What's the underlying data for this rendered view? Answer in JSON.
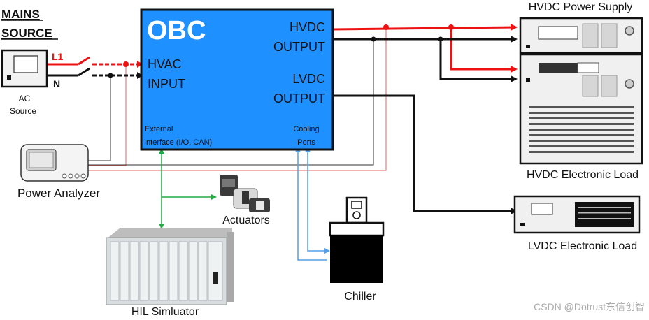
{
  "mains": {
    "line1": "MAINS",
    "line2": "SOURCE"
  },
  "labels": {
    "l1": "L1",
    "n": "N",
    "ac_source_1": "AC",
    "ac_source_2": "Source",
    "power_analyzer": "Power Analyzer",
    "actuators": "Actuators",
    "hil": "HIL Simluator",
    "chiller": "Chiller",
    "hvdc_supply": "HVDC Power Supply",
    "hvdc_load": "HVDC Electronic Load",
    "lvdc_load": "LVDC Electronic Load"
  },
  "obc": {
    "title": "OBC",
    "hvac_1": "HVAC",
    "hvac_2": "INPUT",
    "hvdc_1": "HVDC",
    "hvdc_2": "OUTPUT",
    "lvdc_1": "LVDC",
    "lvdc_2": "OUTPUT",
    "ext_1": "External",
    "ext_2": "Interface (I/O, CAN)",
    "cool_1": "Cooling",
    "cool_2": "Ports"
  },
  "watermark": "CSDN @Dotrust东信创智",
  "colors": {
    "obc_fill": "#1e90ff",
    "line_red": "#ee1111",
    "thin_red": "#e86060",
    "line_black": "#111111",
    "line_green": "#22aa44",
    "line_blue": "#55a0e8"
  }
}
